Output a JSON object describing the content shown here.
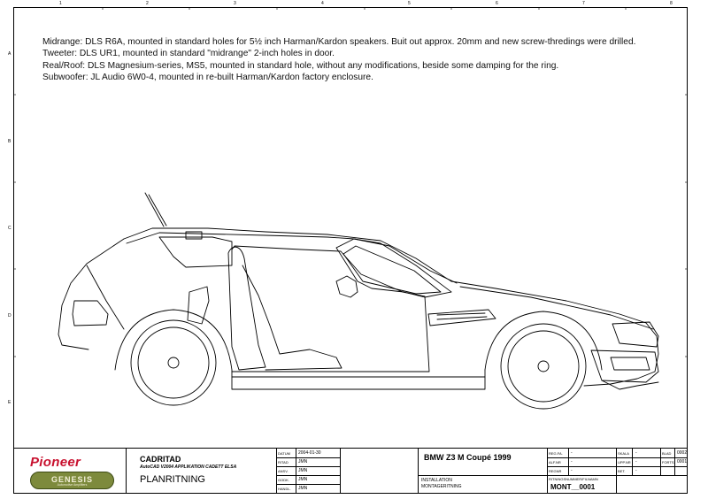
{
  "border": {
    "columns": [
      "1",
      "2",
      "3",
      "4",
      "5",
      "6",
      "7",
      "8"
    ],
    "rows": [
      "A",
      "B",
      "C",
      "D",
      "E"
    ]
  },
  "notes": [
    "Midrange: DLS R6A, mounted in standard holes for 5½ inch Harman/Kardon speakers. Buit out approx. 20mm and new screw-thredings were drilled.",
    "Tweeter: DLS UR1, mounted in standard \"midrange\" 2-inch holes in door.",
    "Real/Roof: DLS Magnesium-series, MS5, mounted in standard hole, without any modifications, beside some damping for the ring.",
    "Subwoofer: JL Audio 6W0-4, mounted in re-built Harman/Kardon factory enclosure."
  ],
  "logos": {
    "brand": "Pioneer",
    "dealer": "GENESIS",
    "dealer_sub": "Automotive Amplifiers"
  },
  "titleblock": {
    "company": "CADRITAD",
    "software": "AutoCAD V2004   APPLIKATION   CADETT ELSA",
    "sheet_type": "PLANRITNING",
    "fields": [
      {
        "label": "DATUM",
        "value": "2004-01-30"
      },
      {
        "label": "RITAD",
        "value": "JMN"
      },
      {
        "label": "ANSV.",
        "value": "JMN"
      },
      {
        "label": "GODK.",
        "value": "JMN"
      },
      {
        "label": "HANDL.",
        "value": "JMN"
      }
    ],
    "project": "BMW Z3 M Coupé 1999",
    "line1": "INSTALLATION",
    "line2": "MONTAGERITNING",
    "refs": [
      {
        "label": "REG.FA.",
        "value": "-"
      },
      {
        "label": "ALF.NR",
        "value": "-"
      },
      {
        "label": "REGNR",
        "value": "-"
      }
    ],
    "drawing_no_label": "RITNINGSNUMMER/FILNAMN",
    "drawing_no": "MONT__0001",
    "scale": [
      {
        "label": "SKALA",
        "value": "-"
      },
      {
        "label": "UPP.NR",
        "value": "-"
      },
      {
        "label": "BET.",
        "value": "-"
      }
    ],
    "sheet": [
      {
        "label": "BLAD",
        "value": "0002"
      },
      {
        "label": "FORTS.",
        "value": "0001"
      }
    ]
  },
  "colors": {
    "brand_red": "#c8102e",
    "dealer_green": "#7d8a3c"
  }
}
